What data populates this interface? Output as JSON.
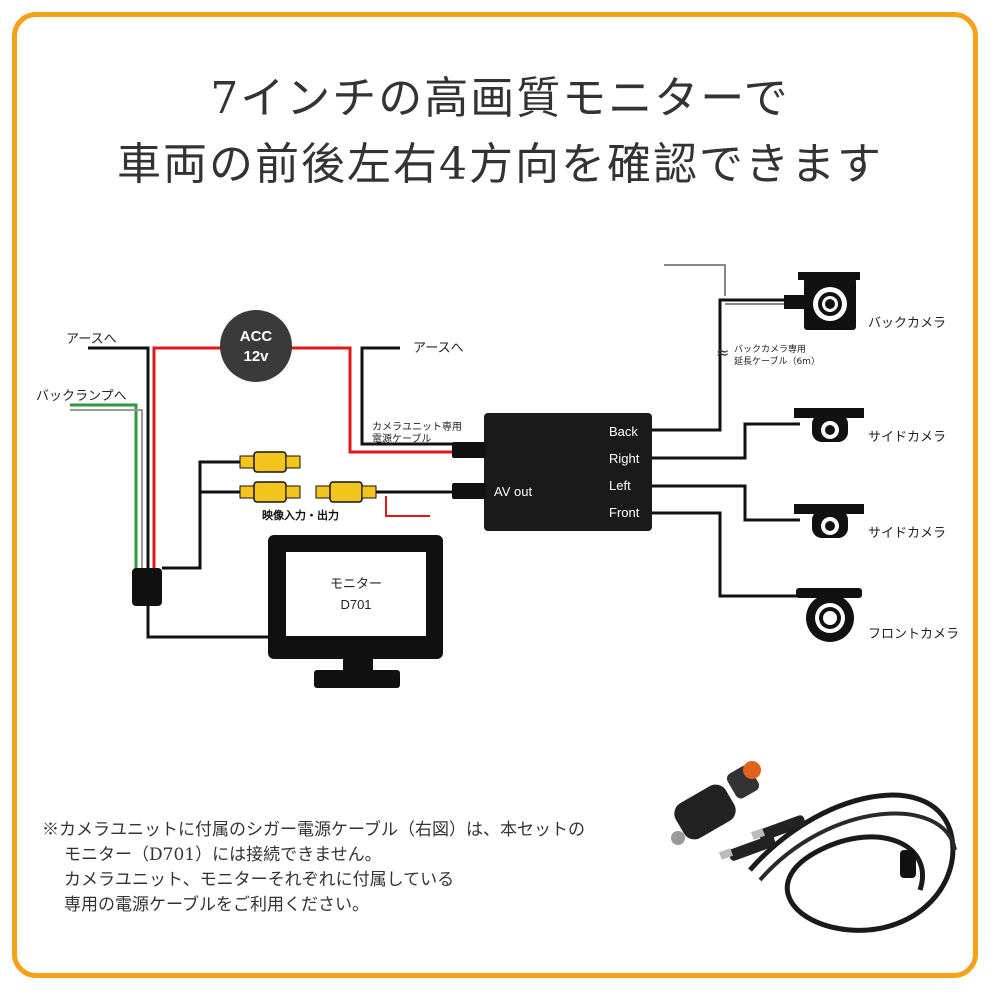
{
  "title": {
    "line1": "7インチの高画質モニターで",
    "line2": "車両の前後左右4方向を確認できます"
  },
  "labels": {
    "acc_line1": "ACC",
    "acc_line2": "12v",
    "earth_left": "アースへ",
    "earth_right": "アースへ",
    "backlamp": "バックランプへ",
    "camera_power_line1": "カメラユニット専用",
    "camera_power_line2": "電源ケーブル",
    "video_io": "映像入力・出力",
    "av_out": "AV out",
    "port_back": "Back",
    "port_right": "Right",
    "port_left": "Left",
    "port_front": "Front",
    "monitor_line1": "モニター",
    "monitor_line2": "D701",
    "back_camera": "バックカメラ",
    "side_camera_1": "サイドカメラ",
    "side_camera_2": "サイドカメラ",
    "front_camera": "フロントカメラ",
    "ext_cable_line1": "バックカメラ専用",
    "ext_cable_line2": "延長ケーブル（6m）",
    "approx_symbol": "≈"
  },
  "note": {
    "line1": "※カメラユニットに付属のシガー電源ケーブル（右図）は、本セットの",
    "line2": "モニター（D701）には接続できません。",
    "line3": "カメラユニット、モニターそれぞれに付属している",
    "line4": "専用の電源ケーブルをご利用ください。"
  },
  "colors": {
    "frame": "#F3A21A",
    "wire_black": "#111111",
    "wire_red": "#E01818",
    "wire_green": "#2E9A3A",
    "wire_gray": "#888888",
    "rca_yellow": "#F2C41C",
    "acc_circle": "#3A3A3A"
  }
}
